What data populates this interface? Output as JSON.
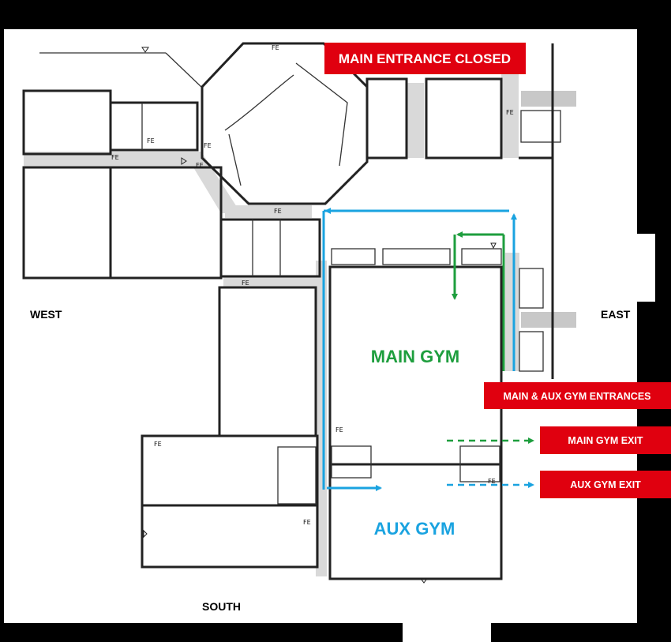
{
  "banners": {
    "main_entrance": "MAIN ENTRANCE CLOSED",
    "gym_entrances": "MAIN & AUX GYM ENTRANCES",
    "main_gym_exit": "MAIN GYM EXIT",
    "aux_gym_exit": "AUX GYM EXIT"
  },
  "rooms": {
    "main_gym": "MAIN GYM",
    "aux_gym": "AUX GYM"
  },
  "compass": {
    "west": "WEST",
    "east": "EAST",
    "south": "SOUTH"
  },
  "fe_label": "FE",
  "colors": {
    "banner_red": "#e0000f",
    "route_blue": "#1aa3e0",
    "route_green": "#1e9e3e"
  }
}
